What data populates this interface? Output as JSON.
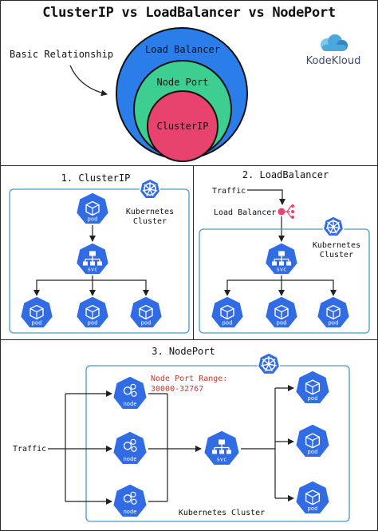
{
  "title": "ClusterIP vs LoadBalancer vs NodePort",
  "brand": {
    "name": "KodeKloud",
    "color": "#3d4a6b"
  },
  "relationship": {
    "label": "Basic Relationship",
    "outer": "Load Balancer",
    "middle": "Node Port",
    "inner": "ClusterIP",
    "colors": {
      "outer": "#2b7de9",
      "middle": "#3ccf91",
      "inner": "#e8436e"
    }
  },
  "colors": {
    "k8s_blue": "#326ce5",
    "cluster_border": "#4a9bbf",
    "range_text": "#c0392b",
    "traffic_dot": "#e8436e"
  },
  "icons": {
    "pod": "pod-icon",
    "svc": "svc-icon",
    "node": "node-icon",
    "k8s": "kubernetes-icon"
  },
  "clusterip": {
    "heading": "1. ClusterIP",
    "cluster_label_1": "Kubernetes",
    "cluster_label_2": "Cluster",
    "pod_label": "pod",
    "svc_label": "svc"
  },
  "loadbalancer": {
    "heading": "2. LoadBalancer",
    "traffic": "Traffic",
    "lb_label": "Load Balancer",
    "cluster_label_1": "Kubernetes",
    "cluster_label_2": "Cluster",
    "pod_label": "pod",
    "svc_label": "svc"
  },
  "nodeport": {
    "heading": "3. NodePort",
    "traffic": "Traffic",
    "range_label": "Node Port Range:",
    "range_value": "30000-32767",
    "node_label": "node",
    "svc_label": "svc",
    "pod_label": "pod",
    "cluster_label": "Kubernetes Cluster"
  }
}
